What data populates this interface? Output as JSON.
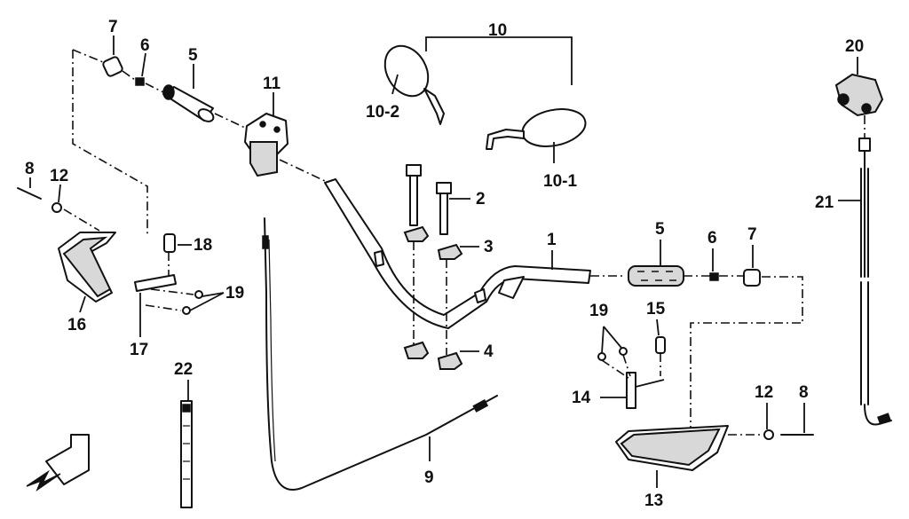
{
  "diagram": {
    "type": "exploded-parts-diagram",
    "callouts": {
      "c1": "1",
      "c2": "2",
      "c3": "3",
      "c4": "4",
      "c5_left": "5",
      "c5_right": "5",
      "c6_left": "6",
      "c6_right": "6",
      "c7_left": "7",
      "c7_right": "7",
      "c8_left": "8",
      "c8_right": "8",
      "c9": "9",
      "c10": "10",
      "c10_1": "10-1",
      "c10_2": "10-2",
      "c11": "11",
      "c12_left": "12",
      "c12_right": "12",
      "c13": "13",
      "c14": "14",
      "c15": "15",
      "c16": "16",
      "c17": "17",
      "c18": "18",
      "c19_left": "19",
      "c19_right": "19",
      "c20": "20",
      "c21": "21",
      "c22": "22"
    }
  }
}
